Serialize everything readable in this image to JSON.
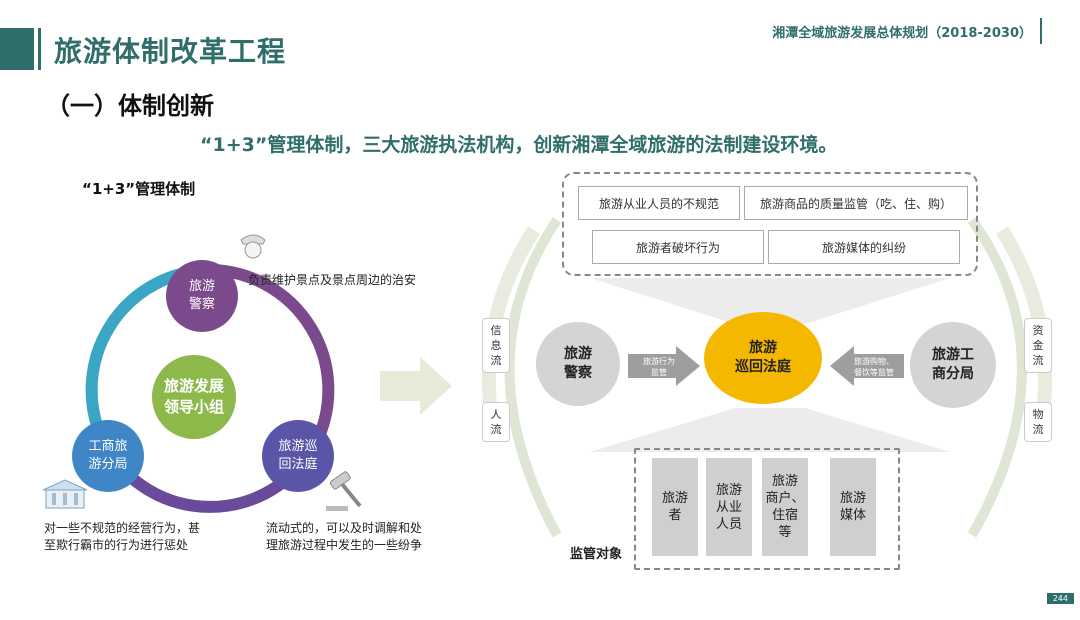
{
  "header": {
    "title": "旅游体制改革工程",
    "plan_name": "湘潭全域旅游发展总体规划（2018-2030）",
    "section": "（一）体制创新",
    "slogan": "“1+3”管理体制，三大旅游执法机构，创新湘潭全域旅游的法制建设环境。"
  },
  "left": {
    "subhead": "“1+3”管理体制",
    "center": "旅游发展\n领导小组",
    "police": "旅游\n警察",
    "court": "旅游巡\n回法庭",
    "bureau": "工商旅\n游分局",
    "police_note": "负责维护景点及景点周边的治安",
    "bureau_note": "对一些不规范的经营行为，甚\n至欺行霸市的行为进行惩处",
    "court_note": "流动式的，可以及时调解和处\n理旅游过程中发生的一些纷争"
  },
  "right": {
    "issues": [
      "旅游从业人员的不规范",
      "旅游商品的质量监管（吃、住、购）",
      "旅游者破坏行为",
      "旅游媒体的纠纷"
    ],
    "police": "旅游\n警察",
    "court": "旅游\n巡回法庭",
    "bureau": "旅游工\n商分局",
    "arrow_left": "旅游行为\n监管",
    "arrow_right": "旅游购物、\n餐饮等监管",
    "flow_info": "信\n息\n流",
    "flow_people": "人\n流",
    "flow_capital": "资\n金\n流",
    "flow_goods": "物\n流",
    "supervision_label": "监管对象",
    "objects": [
      "旅游\n者",
      "旅游\n从业\n人员",
      "旅游\n商户、\n住宿\n等",
      "旅游\n媒体"
    ]
  },
  "page_number": "244",
  "colors": {
    "teal": "#2f6e6a",
    "purple": "#7b4a8c",
    "green": "#8db84a",
    "blue": "#3f86c6",
    "yellow": "#f5b800"
  }
}
